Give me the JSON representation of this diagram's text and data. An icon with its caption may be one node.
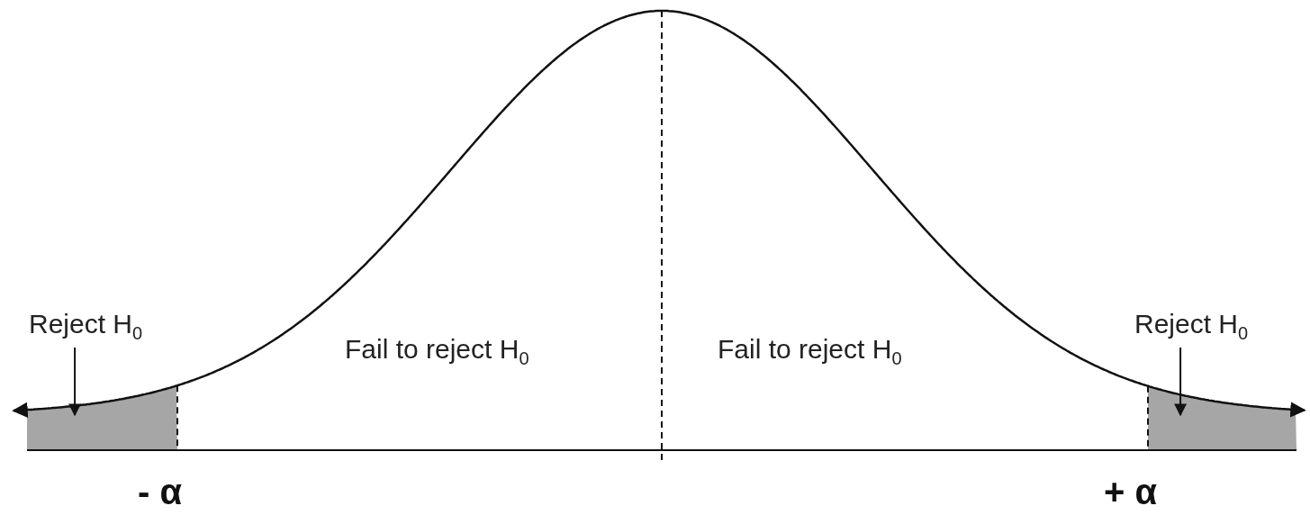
{
  "diagram": {
    "nodes": [
      {
        "text": [
          "Reject H$_{0}$"
        ]
      },
      {
        "text": [
          "Reject H$_{0}$"
        ]
      }
    ],
    "edges": [
      {
        "from": 0,
        "to": null,
        "arrow": "to"
      },
      {
        "from": 1,
        "to": null,
        "arrow": "to"
      }
    ],
    "labels": [
      "Fail to reject H$_{0}$",
      "Fail to reject H$_{0}$",
      "- α",
      "+ α"
    ]
  }
}
